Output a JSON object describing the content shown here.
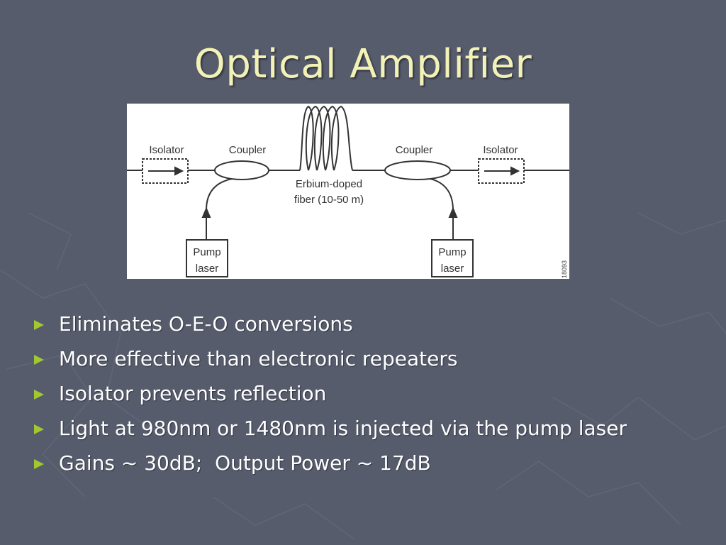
{
  "slide": {
    "title": "Optical Amplifier",
    "diagram": {
      "left_isolator": "Isolator",
      "left_coupler": "Coupler",
      "right_coupler": "Coupler",
      "right_isolator": "Isolator",
      "fiber_line1": "Erbium-doped",
      "fiber_line2": "fiber (10-50 m)",
      "left_pump_line1": "Pump",
      "left_pump_line2": "laser",
      "right_pump_line1": "Pump",
      "right_pump_line2": "laser",
      "figure_id": "18093"
    },
    "bullets": [
      "Eliminates O-E-O conversions",
      "More effective than electronic repeaters",
      "Isolator prevents reflection",
      "Light at 980nm or 1480nm is injected via the pump laser",
      "Gains ~ 30dB;  Output Power ~ 17dB"
    ],
    "colors": {
      "background": "#575c6c",
      "title": "#f2f2b6",
      "bullet_arrow": "#a0c830",
      "text": "#ffffff"
    }
  }
}
